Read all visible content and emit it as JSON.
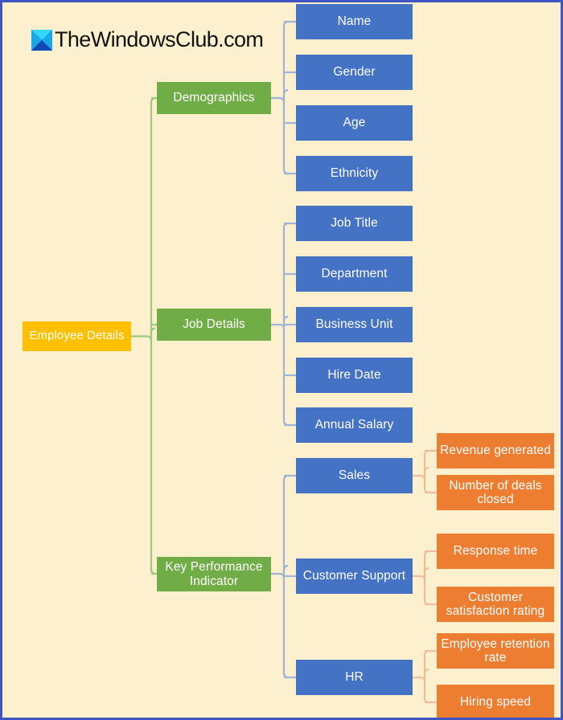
{
  "watermark": {
    "logo_icon": "windows-club-logo-icon",
    "text": "TheWindowsClub.com"
  },
  "colors": {
    "background": "#FDF0CE",
    "border": "#4154C4",
    "root": "#FFC000",
    "level2": "#70AD47",
    "level3": "#4472C4",
    "level4": "#ED7D31",
    "connector_green": "#9CC97B",
    "connector_blue": "#9FB4D8",
    "connector_orange": "#EDBE99",
    "text": "#FFFFFF"
  },
  "diagram": {
    "type": "mind-map",
    "title": "Employee Details",
    "root": {
      "label": "Employee Details"
    },
    "branches": [
      {
        "label": "Demographics",
        "children": [
          {
            "label": "Name",
            "children": []
          },
          {
            "label": "Gender",
            "children": []
          },
          {
            "label": "Age",
            "children": []
          },
          {
            "label": "Ethnicity",
            "children": []
          }
        ]
      },
      {
        "label": "Job Details",
        "children": [
          {
            "label": "Job Title",
            "children": []
          },
          {
            "label": "Department",
            "children": []
          },
          {
            "label": "Business Unit",
            "children": []
          },
          {
            "label": "Hire Date",
            "children": []
          },
          {
            "label": "Annual Salary",
            "children": []
          }
        ]
      },
      {
        "label": "Key Performance Indicator",
        "children": [
          {
            "label": "Sales",
            "children": [
              {
                "label": "Revenue generated"
              },
              {
                "label": "Number of deals closed"
              }
            ]
          },
          {
            "label": "Customer Support",
            "children": [
              {
                "label": "Response time"
              },
              {
                "label": "Customer satisfaction rating"
              }
            ]
          },
          {
            "label": "HR",
            "children": [
              {
                "label": "Employee retention rate"
              },
              {
                "label": "Hiring speed"
              }
            ]
          }
        ]
      }
    ]
  }
}
